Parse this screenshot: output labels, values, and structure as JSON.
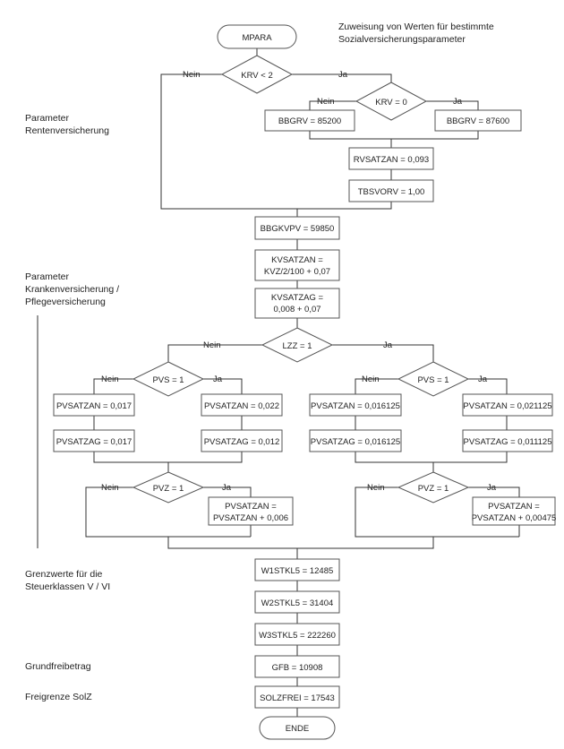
{
  "header": {
    "note_line1": "Zuweisung von Werten für bestimmte",
    "note_line2": "Sozialversicherungsparameter"
  },
  "side_labels": {
    "renten_1": "Parameter",
    "renten_2": "Rentenversicherung",
    "kranken_1": "Parameter",
    "kranken_2": "Krankenversicherung /",
    "kranken_3": "Pflegeversicherung",
    "grenz_1": "Grenzwerte für die",
    "grenz_2": "Steuerklassen V / VI",
    "gfb": "Grundfreibetrag",
    "solz": "Freigrenze SolZ"
  },
  "edges": {
    "yes": "Ja",
    "no": "Nein"
  },
  "nodes": {
    "start": "MPARA",
    "krv_lt2": "KRV < 2",
    "krv_eq0": "KRV = 0",
    "bbgrv_a": "BBGRV = 85200",
    "bbgrv_b": "BBGRV = 87600",
    "rvsatzan": "RVSATZAN = 0,093",
    "tbsvorv": "TBSVORV = 1,00",
    "bbgkvpv": "BBGKVPV = 59850",
    "kvsatzan_1": "KVSATZAN =",
    "kvsatzan_2": "KVZ/2/100 + 0,07",
    "kvsatzag_1": "KVSATZAG =",
    "kvsatzag_2": "0,008 + 0,07",
    "lzz": "LZZ = 1",
    "pvs_left": "PVS = 1",
    "pvs_right": "PVS = 1",
    "pvsatzan_ll": "PVSATZAN = 0,017",
    "pvsatzan_lr": "PVSATZAN = 0,022",
    "pvsatzan_rl": "PVSATZAN = 0,016125",
    "pvsatzan_rr": "PVSATZAN = 0,021125",
    "pvsatzag_ll": "PVSATZAG = 0,017",
    "pvsatzag_lr": "PVSATZAG = 0,012",
    "pvsatzag_rl": "PVSATZAG = 0,016125",
    "pvsatzag_rr": "PVSATZAG = 0,011125",
    "pvz_left": "PVZ = 1",
    "pvz_right": "PVZ = 1",
    "pvz_left_box_1": "PVSATZAN =",
    "pvz_left_box_2": "PVSATZAN + 0,006",
    "pvz_right_box_1": "PVSATZAN =",
    "pvz_right_box_2": "PVSATZAN + 0,00475",
    "w1stkl5": "W1STKL5 = 12485",
    "w2stkl5": "W2STKL5 = 31404",
    "w3stkl5": "W3STKL5 = 222260",
    "gfb": "GFB = 10908",
    "solzfrei": "SOLZFREI = 17543",
    "end": "ENDE"
  }
}
